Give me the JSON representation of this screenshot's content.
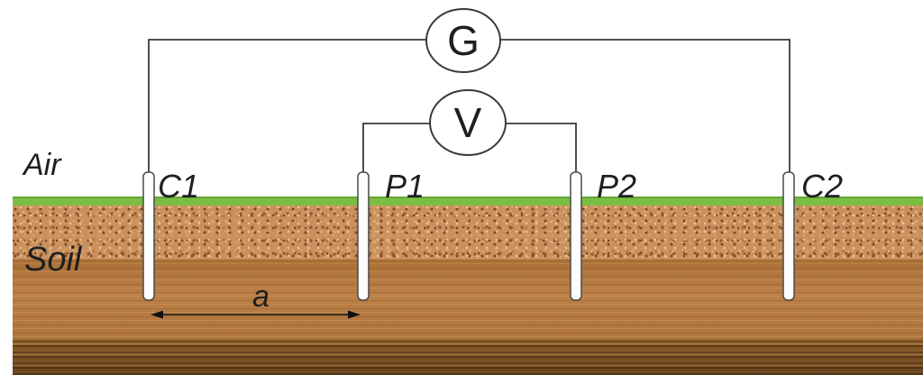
{
  "scene": {
    "air_label": "Air",
    "soil_label": "Soil",
    "spacing_label": "a",
    "meters": {
      "galvanometer": "G",
      "voltmeter": "V"
    },
    "electrodes": [
      "C1",
      "P1",
      "P2",
      "C2"
    ],
    "colors": {
      "grass_green": "#7cbd43",
      "grass_edge_green": "#64a833",
      "sand_tan": "#c9915f",
      "topsoil_brown": "#b5793f",
      "subsoil_dark_brown": "#6f4a20",
      "bedrock_dark": "#241708",
      "wire_gray": "#3a3a3a",
      "text_dark": "#1f1f1f",
      "electrode_white": "#fdfdfd"
    }
  }
}
